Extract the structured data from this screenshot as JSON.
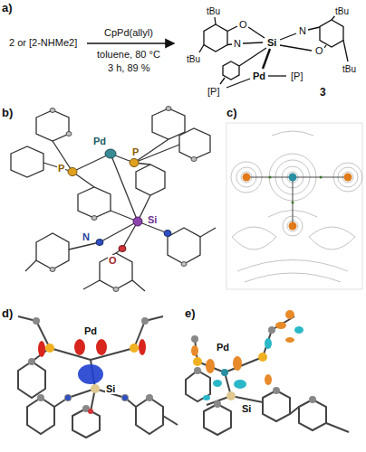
{
  "diagram": {
    "labels": [
      "a)",
      "2 or [2-NHMe2]",
      "CpPd(allyl)",
      "toluene, 80 °C",
      "3 h, 89 %",
      "tBu",
      "O",
      "tBu",
      "N",
      "Si",
      "N",
      "O",
      "tBu",
      "tBu",
      "[P]",
      "Pd",
      "[P]",
      "3",
      "b)",
      "Pd",
      "P",
      "P",
      "N",
      "Si",
      "O",
      "c)",
      "d)",
      "Pd",
      "Si",
      "e)",
      "Pd",
      "Si"
    ]
  }
}
